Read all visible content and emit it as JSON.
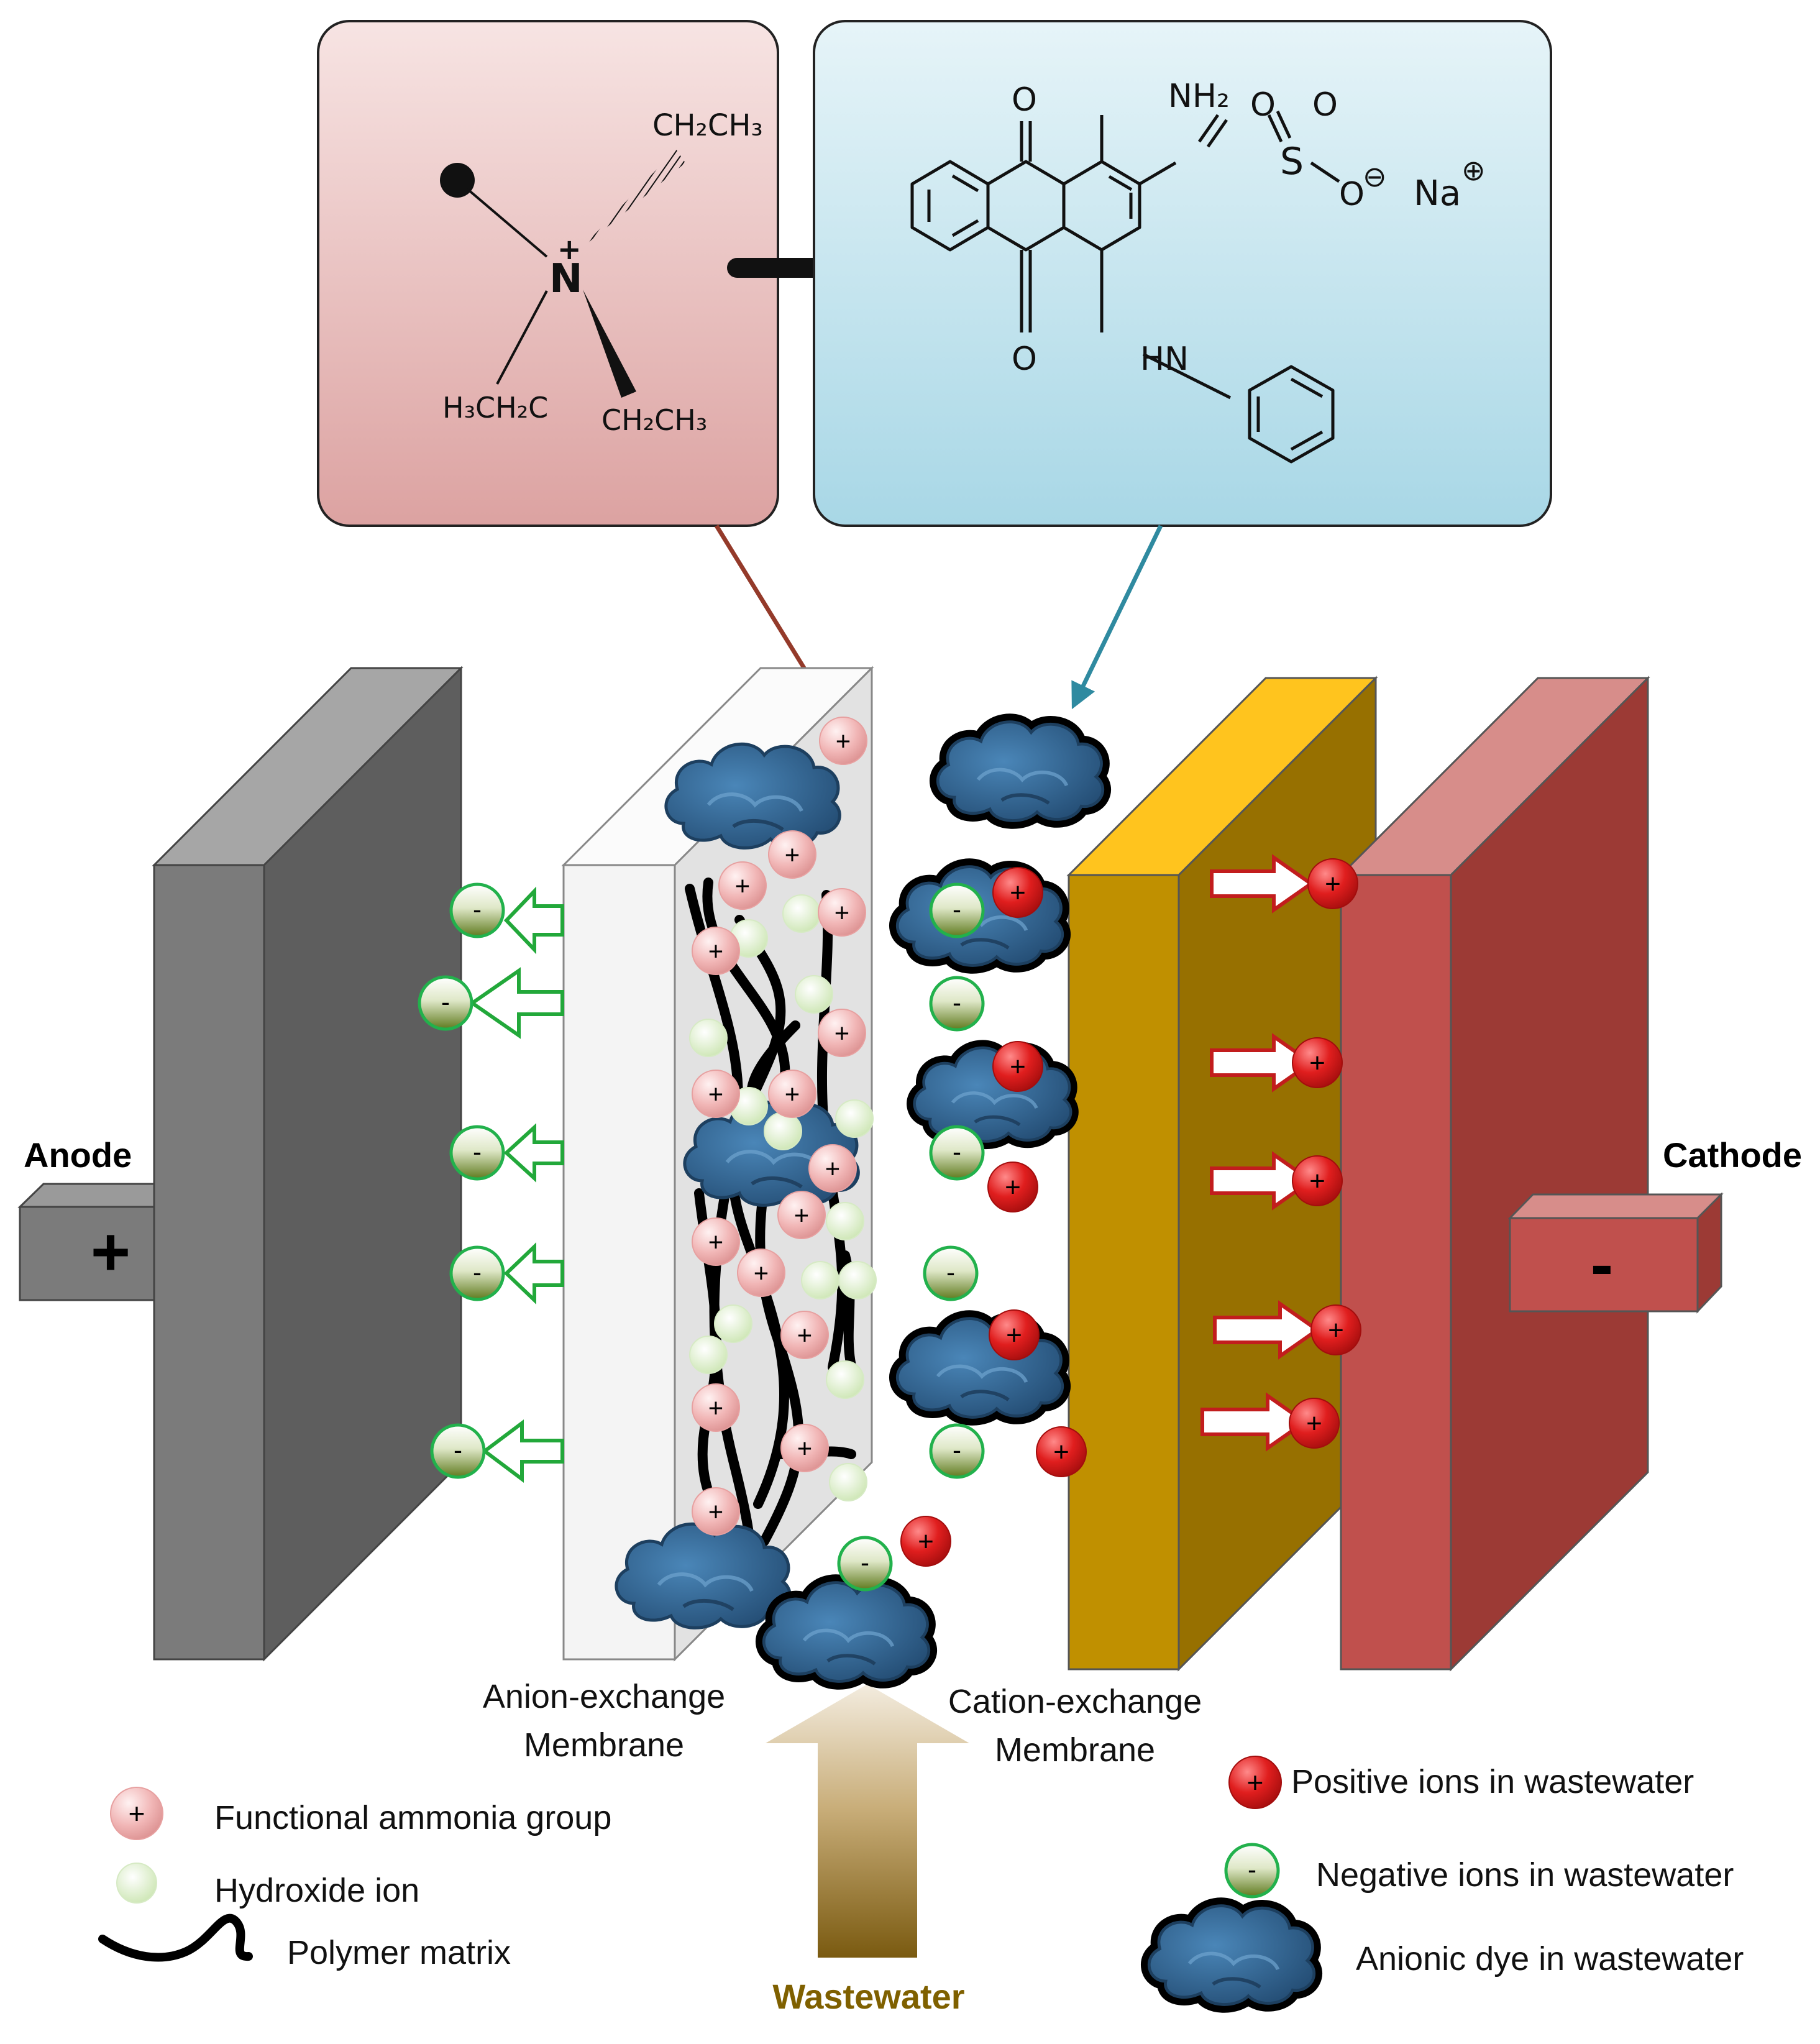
{
  "structure_left": {
    "ch2ch3_top": "CH₂CH₃",
    "n_plus": "+",
    "n": "N",
    "h3ch2c": "H₃CH₂C",
    "ch2ch3_bottom": "CH₂CH₃"
  },
  "structure_right": {
    "o_top": "O",
    "nh2": "NH₂",
    "o_s1": "O",
    "o_s2": "O",
    "s": "S",
    "o_minus": "O",
    "minus": "⊖",
    "na": "Na",
    "plus": "⊕",
    "o_bottom": "O",
    "hn": "HN"
  },
  "labels": {
    "anode": "Anode",
    "anode_sign": "+",
    "cathode": "Cathode",
    "cathode_sign": "-",
    "aem_line1": "Anion-exchange",
    "aem_line2": "Membrane",
    "cem_line1": "Cation-exchange",
    "cem_line2": "Membrane",
    "wastewater": "Wastewater"
  },
  "ion_signs": {
    "plus": "+",
    "minus": "-"
  },
  "legend": {
    "functional_group": "Functional ammonia group",
    "hydroxide": "Hydroxide ion",
    "polymer": "Polymer matrix",
    "positive": "Positive ions in wastewater",
    "negative": "Negative ions in wastewater",
    "dye": "Anionic dye in wastewater"
  },
  "colors": {
    "left_box": "#e6b1b0",
    "right_box": "#c2e3ec",
    "anode_front": "#7a7a7a",
    "anode_side": "#5c5c5c",
    "aem_front": "#f1f1f1",
    "cem_front": "#c09000",
    "cem_side": "#9b7000",
    "cathode_front": "#c0504d",
    "cathode_side": "#9a3a34",
    "dye": "#2e5f8a",
    "neg_ring": "#27a84a",
    "pos_ion": "#d52020",
    "wastewater_text": "#7f6000"
  }
}
